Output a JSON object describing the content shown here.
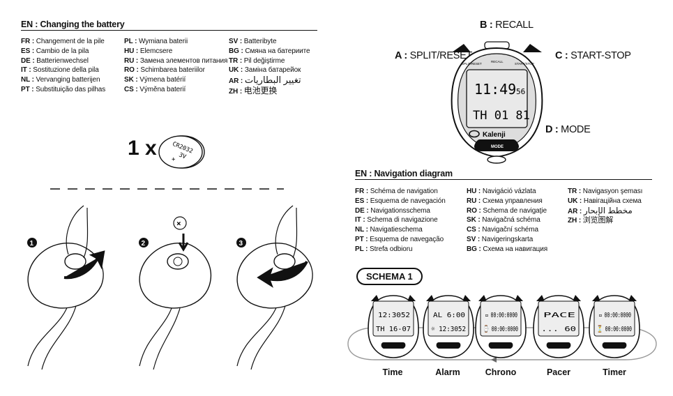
{
  "battery": {
    "title": "EN : Changing the battery",
    "translations": [
      {
        "code": "FR",
        "text": "Changement de la pile"
      },
      {
        "code": "ES",
        "text": "Cambio de la pila"
      },
      {
        "code": "DE",
        "text": "Batterienwechsel"
      },
      {
        "code": "IT",
        "text": "Sostituzione della pila"
      },
      {
        "code": "NL",
        "text": "Vervanging batterijen"
      },
      {
        "code": "PT",
        "text": "Substituição das pilhas"
      },
      {
        "code": "PL",
        "text": "Wymiana baterii"
      },
      {
        "code": "HU",
        "text": "Elemcsere"
      },
      {
        "code": "RU",
        "text": "Замена элементов питания"
      },
      {
        "code": "RO",
        "text": "Schimbarea bateriilor"
      },
      {
        "code": "SK",
        "text": "Výmena batérií"
      },
      {
        "code": "CS",
        "text": "Výměna baterií"
      },
      {
        "code": "SV",
        "text": "Batteribyte"
      },
      {
        "code": "BG",
        "text": "Смяна на батериите"
      },
      {
        "code": "TR",
        "text": "Pil değiştirme"
      },
      {
        "code": "UK",
        "text": "Заміна батарейок"
      },
      {
        "code": "AR",
        "text": "تغيير البطاريات"
      },
      {
        "code": "ZH",
        "text": "电池更换"
      }
    ],
    "quantity": "1 x",
    "battery_model": "CR2032",
    "battery_voltage": "3V",
    "battery_plus": "+",
    "steps": [
      "1",
      "2",
      "3"
    ]
  },
  "watch": {
    "buttons": [
      {
        "key": "A",
        "label": "SPLIT/RESET"
      },
      {
        "key": "B",
        "label": "RECALL"
      },
      {
        "key": "C",
        "label": "START-STOP"
      },
      {
        "key": "D",
        "label": "MODE"
      }
    ],
    "sep": " : ",
    "face_labels": {
      "left": "SPLIT/RESET",
      "mid": "RECALL",
      "right": "START/STOP"
    },
    "display_line1": "11:49",
    "display_line1_small": "56",
    "display_line2": "TH 01 81",
    "brand": "Kalenji",
    "mode_button": "MODE"
  },
  "navigation": {
    "title": "EN : Navigation diagram",
    "translations": [
      {
        "code": "FR",
        "text": "Schéma de navigation"
      },
      {
        "code": "ES",
        "text": "Esquema de navegación"
      },
      {
        "code": "DE",
        "text": "Navigationsschema"
      },
      {
        "code": "IT",
        "text": "Schema di navigazione"
      },
      {
        "code": "NL",
        "text": "Navigatieschema"
      },
      {
        "code": "PT",
        "text": "Esquema de navegação"
      },
      {
        "code": "PL",
        "text": "Strefa odbioru"
      },
      {
        "code": "HU",
        "text": "Navigáció vázlata"
      },
      {
        "code": "RU",
        "text": "Схема управления"
      },
      {
        "code": "RO",
        "text": "Schema de navigaţie"
      },
      {
        "code": "SK",
        "text": "Navigačná schéma"
      },
      {
        "code": "CS",
        "text": "Navigační schéma"
      },
      {
        "code": "SV",
        "text": "Navigeringskarta"
      },
      {
        "code": "BG",
        "text": "Схема на навигация"
      },
      {
        "code": "TR",
        "text": "Navigasyon şeması"
      },
      {
        "code": "UK",
        "text": "Навігаційна схема"
      },
      {
        "code": "AR",
        "text": "مخطط الإبحار"
      },
      {
        "code": "ZH",
        "text": "浏览图解"
      }
    ],
    "schema_label": "SCHEMA 1",
    "modes": [
      {
        "name": "Time",
        "l1": "12:30",
        "l1s": "52",
        "l2": "TH 16-07",
        "pre1": "",
        "pre2": ""
      },
      {
        "name": "Alarm",
        "l1": "6:00",
        "l1s": "",
        "l2": "12:30",
        "l2s": "52",
        "pre1": "AL",
        "pre2": "☼"
      },
      {
        "name": "Chrono",
        "l1": "00:00:00",
        "l1s": "00",
        "l2": "00:00:00",
        "l2s": "00",
        "pre1": "▭",
        "pre2": "⌚"
      },
      {
        "name": "Pacer",
        "l1": "PACE",
        "l1s": "",
        "l2": "60",
        "l2s": "",
        "pre1": "",
        "pre2": "..."
      },
      {
        "name": "Timer",
        "l1": "00:00:00",
        "l1s": "00",
        "l2": "00:00:00",
        "l2s": "00",
        "pre1": "▭",
        "pre2": "⏳"
      }
    ]
  }
}
